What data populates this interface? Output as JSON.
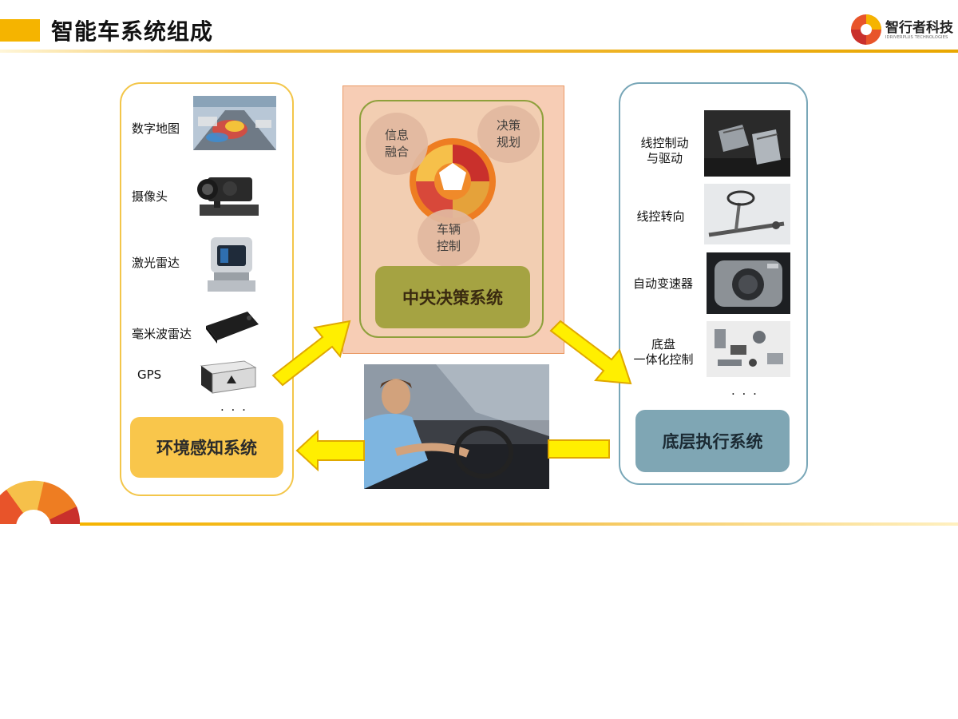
{
  "header": {
    "title": "智能车系统组成",
    "logo_name": "智行者科技",
    "logo_sub": "IDRIVERPLUS TECHNOLOGIES"
  },
  "left_panel": {
    "items": [
      {
        "label": "数字地图"
      },
      {
        "label": "摄像头"
      },
      {
        "label": "激光雷达"
      },
      {
        "label": "毫米波雷达"
      },
      {
        "label": "GPS"
      }
    ],
    "ellipsis": ". . .",
    "system_label": "环境感知系统"
  },
  "center_panel": {
    "circles": [
      {
        "label": "信息\n融合"
      },
      {
        "label": "决策\n规划"
      },
      {
        "label": "车辆\n控制"
      }
    ],
    "system_label": "中央决策系统"
  },
  "right_panel": {
    "items": [
      {
        "label": "线控制动\n与驱动"
      },
      {
        "label": "线控转向"
      },
      {
        "label": "自动变速器"
      },
      {
        "label": "底盘\n一体化控制"
      }
    ],
    "ellipsis": ". . .",
    "system_label": "底层执行系统"
  },
  "colors": {
    "accent": "#f5b400",
    "sense": "#f9c64b",
    "decide": "#a5a342",
    "exec": "#7fa6b4",
    "arrow": "#ffef00"
  }
}
